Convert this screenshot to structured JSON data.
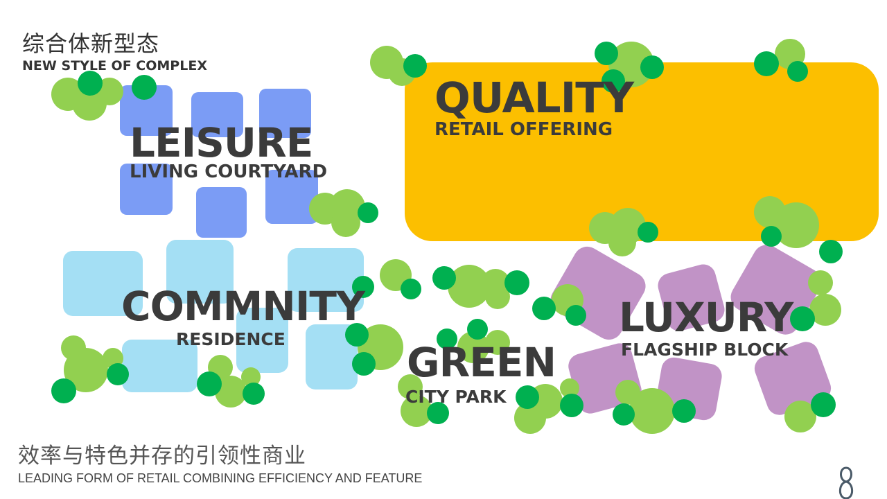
{
  "header": {
    "title_cn": "综合体新型态",
    "title_en": "NEW STYLE OF COMPLEX"
  },
  "zones": {
    "leisure": {
      "title": "LEISURE",
      "subtitle": "LIVING COURTYARD"
    },
    "quality": {
      "title": "QUALITY",
      "subtitle": "RETAIL OFFERING"
    },
    "community": {
      "title": "COMMNITY",
      "subtitle": "RESIDENCE"
    },
    "green": {
      "title": "GREEN",
      "subtitle": "CITY PARK"
    },
    "luxury": {
      "title": "LUXURY",
      "subtitle": "FLAGSHIP BLOCK"
    }
  },
  "footer": {
    "tagline_cn": "效率与特色并存的引领性商业",
    "tagline_en": "LEADING FORM OF RETAIL COMBINING EFFICIENCY AND FEATURE"
  },
  "colors": {
    "leisure_blue": "#7b9cf5",
    "community_blue": "#a4dff4",
    "quality_yellow": "#fcbf00",
    "luxury_purple": "#c193c6",
    "tree_light": "#92d050",
    "tree_dark": "#00b050",
    "text_dark": "#3b3b3b"
  }
}
